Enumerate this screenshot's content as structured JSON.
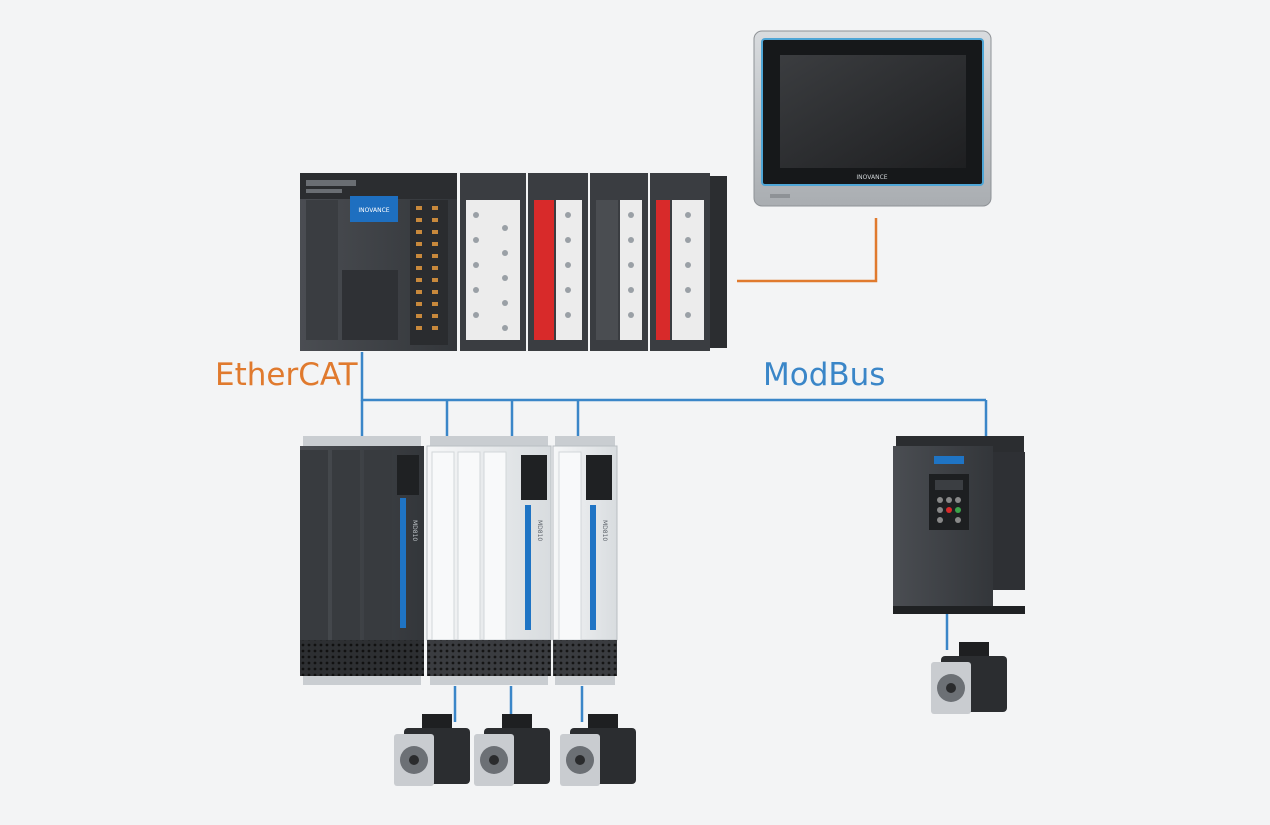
{
  "labels": {
    "ethercat": "EtherCAT",
    "modbus": "ModBus"
  },
  "colors": {
    "ethercat": "#e07a2e",
    "modbus": "#3a86c8",
    "hmi_link": "#e07a2e",
    "device_dark": "#3f4247",
    "device_light": "#e9ecef",
    "accent_blue": "#1f74c4",
    "io_red": "#d82a2a"
  },
  "brand": {
    "plc_logo": "INOVANCE",
    "hmi_logo": "INOVANCE"
  },
  "drive_marks": {
    "drive_1": "MD810",
    "drive_2": "MD810",
    "drive_3": "MD810"
  }
}
